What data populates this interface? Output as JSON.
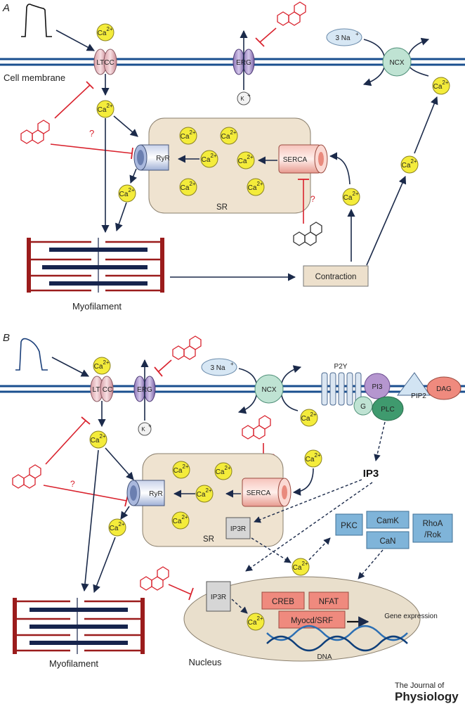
{
  "panels": {
    "a": {
      "letter": "A"
    },
    "b": {
      "letter": "B"
    }
  },
  "labels": {
    "cell_membrane": "Cell membrane",
    "ltcc": "LTCC",
    "lt": "LT",
    "cc": "CC",
    "erg": "ERG",
    "k": "K",
    "k_sup": "+",
    "ca": "Ca",
    "ca_sup": "2+",
    "na3": "3 Na",
    "na_sup": "+",
    "ncx": "NCX",
    "ryr": "RyR",
    "serca": "SERCA",
    "sr": "SR",
    "question": "?",
    "myofilament": "Myofilament",
    "contraction": "Contraction",
    "p2y": "P2Y",
    "pi3": "PI3",
    "pip2": "PIP2",
    "dag": "DAG",
    "g": "G",
    "plc": "PLC",
    "ip3": "IP3",
    "ip3r": "IP3R",
    "pkc": "PKC",
    "camk": "CamK",
    "can": "CaN",
    "rhoa": "RhoA",
    "rok": "/Rok",
    "creb": "CREB",
    "nfat": "NFAT",
    "myocd": "Myocd/SRF",
    "gene_expression": "Gene expression",
    "dna": "DNA",
    "nucleus": "Nucleus"
  },
  "logo": {
    "line1": "The Journal of",
    "line2": "Physiology"
  },
  "colors": {
    "membrane": "#1a4f8f",
    "inhibitor": "#d9232e",
    "calcium": "#f4ec3b",
    "sr_fill": "#efe3d0",
    "nucleus_fill": "#e9dfcc",
    "ncx_fill": "#bfe3d3",
    "kinase_fill": "#7fb4d9",
    "tf_fill": "#ef8a7e",
    "myofilament_red": "#9b1c1c",
    "myofilament_navy": "#16244d"
  }
}
